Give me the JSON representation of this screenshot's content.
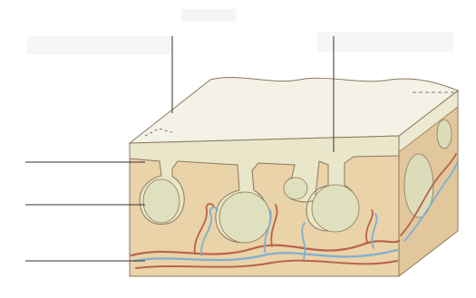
{
  "labels": [
    {
      "id": "label-upper",
      "text": ""
    },
    {
      "id": "label-middle",
      "text": ""
    },
    {
      "id": "label-lower",
      "text": ""
    }
  ],
  "colors": {
    "surface": "#f4f1e6",
    "epidermis_layer": "#e9e6c9",
    "tissue_front": "#ead2a9",
    "tissue_side": "#e2c79c",
    "gland": "#dfe0bd",
    "artery": "#b8634b",
    "vein": "#7fb0cf",
    "leader_line": "#333333",
    "outline": "#8a7a5c"
  }
}
